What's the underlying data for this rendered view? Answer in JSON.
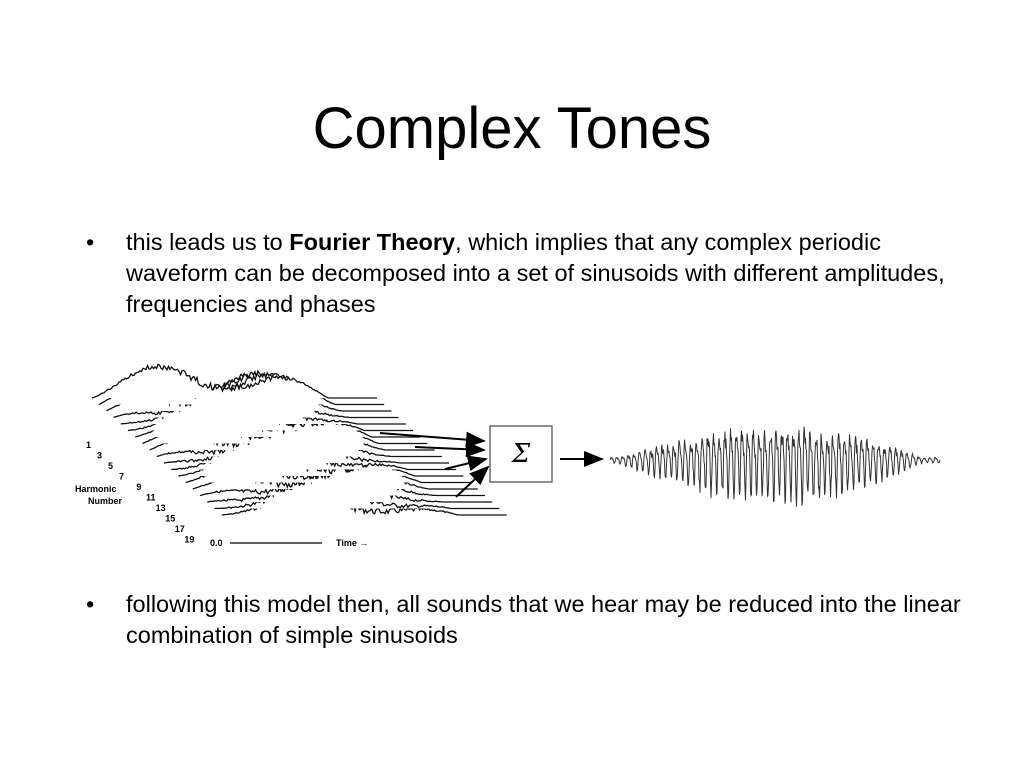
{
  "slide": {
    "title": "Complex Tones",
    "bullet_glyph": "•",
    "bullets": [
      {
        "pre": "this leads us to ",
        "bold": "Fourier Theory",
        "post": ", which implies that any complex periodic waveform can be decomposed into a set of sinusoids with different amplitudes, frequencies and phases"
      },
      {
        "text": "following this model then, all sounds that we hear may be reduced into the linear combination of simple sinusoids"
      }
    ]
  },
  "figure": {
    "harmonic_numbers": [
      "1",
      "3",
      "5",
      "7",
      "9",
      "11",
      "13",
      "15",
      "17",
      "19"
    ],
    "axis_label_line1": "Harmonic",
    "axis_label_line2": "Number",
    "time_start_label": "0.0",
    "time_label": "Time →",
    "sum_symbol": "Σ"
  }
}
